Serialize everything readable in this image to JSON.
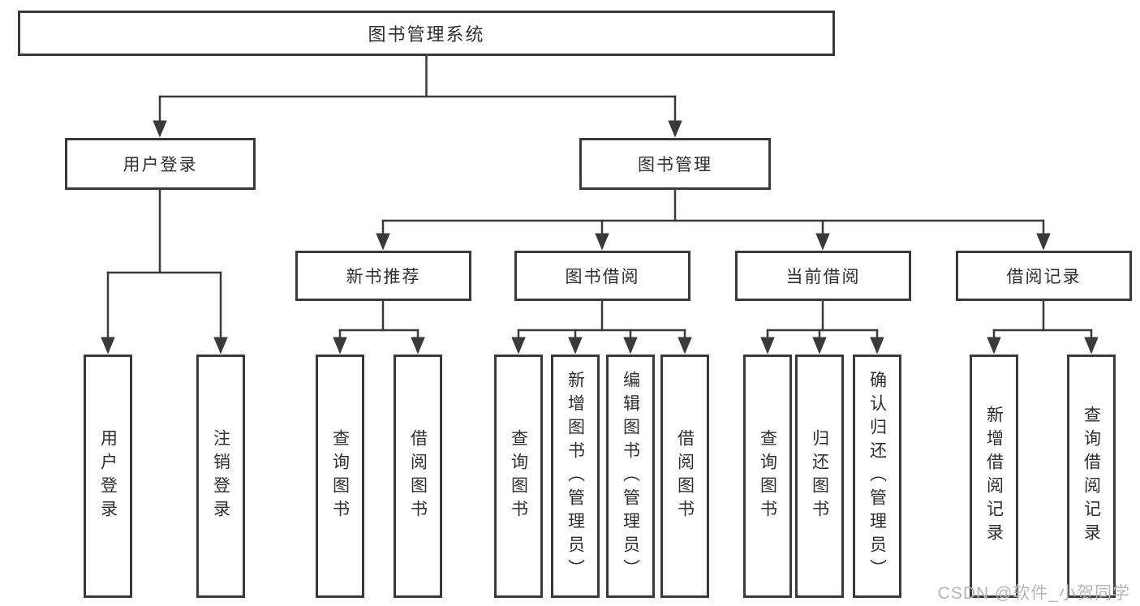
{
  "diagram_type": "tree",
  "tree": {
    "label": "图书管理系统",
    "children": [
      {
        "label": "用户登录",
        "children": [
          {
            "label": "用户登录"
          },
          {
            "label": "注销登录"
          }
        ]
      },
      {
        "label": "图书管理",
        "children": [
          {
            "label": "新书推荐",
            "children": [
              {
                "label": "查询图书"
              },
              {
                "label": "借阅图书"
              }
            ]
          },
          {
            "label": "图书借阅",
            "children": [
              {
                "label": "查询图书"
              },
              {
                "label": "新增图书（管理员）"
              },
              {
                "label": "编辑图书（管理员）"
              },
              {
                "label": "借阅图书"
              }
            ]
          },
          {
            "label": "当前借阅",
            "children": [
              {
                "label": "查询图书"
              },
              {
                "label": "归还图书"
              },
              {
                "label": "确认归还（管理员）"
              }
            ]
          },
          {
            "label": "借阅记录",
            "children": [
              {
                "label": "新增借阅记录"
              },
              {
                "label": "查询借阅记录"
              }
            ]
          }
        ]
      }
    ]
  },
  "watermark": {
    "text": "CSDN @软件_小贺同学"
  },
  "colors": {
    "line": "#3a3a3a",
    "box_border": "#3a3a3a",
    "text": "#2f2f2f",
    "watermark": "#b5b5b5",
    "background": "#ffffff"
  }
}
